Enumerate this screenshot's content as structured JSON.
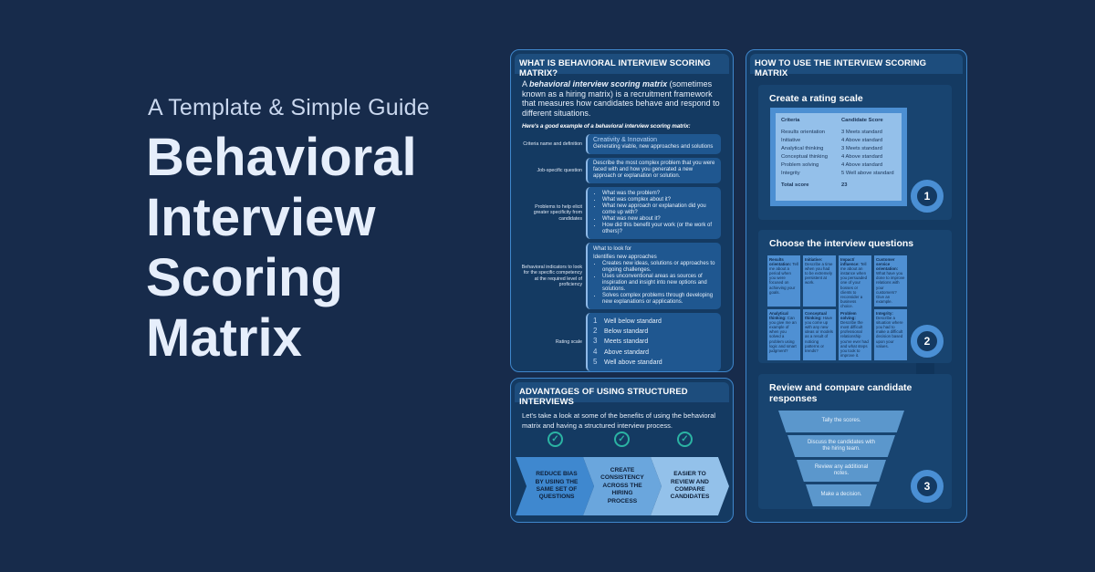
{
  "hero": {
    "subtitle": "A Template & Simple Guide",
    "title_lines": [
      "Behavioral",
      "Interview",
      "Scoring",
      "Matrix"
    ]
  },
  "what": {
    "header": "WHAT IS BEHAVIORAL INTERVIEW SCORING MATRIX?",
    "intro_bold": "behavioral interview scoring matrix",
    "intro_pre": "A ",
    "intro_post": " (sometimes known as a hiring matrix) is a recruitment framework that measures how candidates behave and respond to different situations.",
    "example_label": "Here's a good example of a behavioral interview scoring matrix:",
    "rows": [
      {
        "label": "Criteria name and definition",
        "title": "Creativity & Innovation",
        "text": "Generating viable, new approaches and solutions"
      },
      {
        "label": "Job-specific question",
        "text": "Describe the most complex problem that you were faced with and how you generated a new approach or explanation or solution."
      },
      {
        "label": "Problems to help elicit greater specificity from candidates",
        "bullets": [
          "What was the problem?",
          "What was complex about it?",
          "What new approach or explanation did you come up with?",
          "What was new about it?",
          "How did this benefit your work (or the work of others)?"
        ]
      },
      {
        "label": "Behavioral indicators to look for the specific competency at the required level of proficiency",
        "title": "What to look for",
        "text": "Identifies new approaches",
        "bullets": [
          "Creates new ideas, solutions or approaches to ongoing challenges.",
          "Uses unconventional areas as sources of inspiration and insight into new options and solutions.",
          "Solves complex problems through developing new explanations or applications."
        ]
      },
      {
        "label": "Rating scale",
        "scale": [
          {
            "n": "1",
            "t": "Well below standard"
          },
          {
            "n": "2",
            "t": "Below standard"
          },
          {
            "n": "3",
            "t": "Meets standard"
          },
          {
            "n": "4",
            "t": "Above standard"
          },
          {
            "n": "5",
            "t": "Well above standard"
          }
        ]
      }
    ]
  },
  "adv": {
    "header": "ADVANTAGES OF USING STRUCTURED INTERVIEWS",
    "intro": "Let's take a look at some of the benefits of using the behavioral matrix and having a structured interview process.",
    "items": [
      {
        "text": "REDUCE BIAS BY USING THE SAME SET OF QUESTIONS",
        "color": "#3f88cf"
      },
      {
        "text": "CREATE CONSISTENCY ACROSS THE HIRING PROCESS",
        "color": "#6aa6dd"
      },
      {
        "text": "EASIER TO REVIEW AND COMPARE CANDIDATES",
        "color": "#93c1ea"
      }
    ]
  },
  "how": {
    "header": "HOW TO USE THE INTERVIEW SCORING MATRIX",
    "step1": {
      "title": "Create a rating scale",
      "number": "1",
      "col1": "Criteria",
      "col2": "Candidate Score",
      "rows": [
        [
          "Results orientation",
          "3  Meets standard"
        ],
        [
          "Initiative",
          "4  Above standard"
        ],
        [
          "Analytical thinking",
          "3 Meets standard"
        ],
        [
          "Conceptual thinking",
          "4 Above standard"
        ],
        [
          "Problem solving",
          "4 Above standard"
        ],
        [
          "Integrity",
          "5 Well above standard"
        ]
      ],
      "total_label": "Total score",
      "total": "23"
    },
    "step2": {
      "title": "Choose the interview questions",
      "number": "2",
      "questions": [
        {
          "h": "Results orientation:",
          "t": "Tell me about a period when you were focused on achieving your goals."
        },
        {
          "h": "Initiative:",
          "t": "Describe a time when you had to be extremely persistent at work."
        },
        {
          "h": "Impact/ influence:",
          "t": "Tell me about an instance when you persuaded one of your bosses or clients to reconsider a business choice."
        },
        {
          "h": "Customer service orientation:",
          "t": "What have you done to improve relations with your customers? Give an example."
        },
        {
          "h": "Analytical thinking:",
          "t": "Can you give me an example of when you solved a problem using logic and smart judgment?"
        },
        {
          "h": "Conceptual thinking:",
          "t": "Have you come up with any new ideas or models as a result of noticing patterns or trends?"
        },
        {
          "h": "Problem solving:",
          "t": "Describe the most difficult professional relationship you've ever had and what steps you took to improve it."
        },
        {
          "h": "Integrity:",
          "t": "Describe a situation where you had to make a difficult decision based upon your values."
        }
      ]
    },
    "step3": {
      "title": "Review and compare candidate responses",
      "number": "3",
      "funnel": [
        "Tally the scores.",
        "Discuss the candidates with the hiring team.",
        "Review any additional notes.",
        "Make a decision."
      ]
    }
  }
}
